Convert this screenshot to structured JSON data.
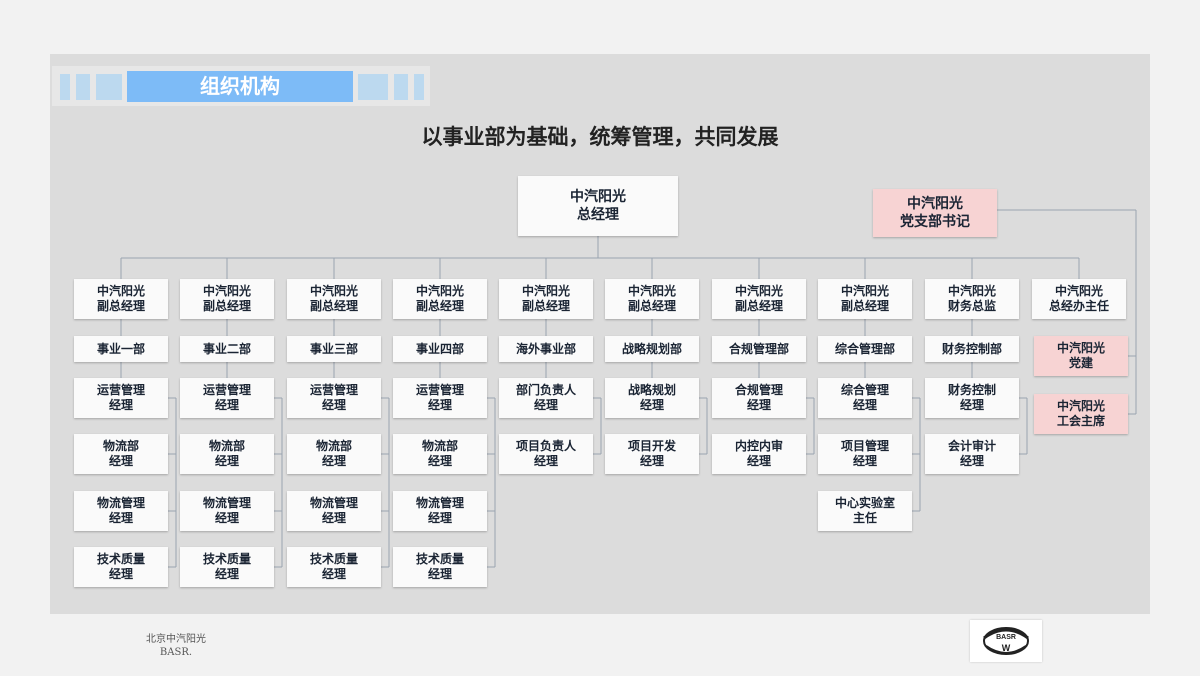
{
  "section_title": "组织机构",
  "headline": "以事业部为基础，统筹管理，共同发展",
  "top": {
    "gm": "中汽阳光\n总经理",
    "party": "中汽阳光\n党支部书记"
  },
  "columns": [
    [
      "中汽阳光\n副总经理",
      "事业一部",
      "运营管理\n经理",
      "物流部\n经理",
      "物流管理\n经理",
      "技术质量\n经理"
    ],
    [
      "中汽阳光\n副总经理",
      "事业二部",
      "运营管理\n经理",
      "物流部\n经理",
      "物流管理\n经理",
      "技术质量\n经理"
    ],
    [
      "中汽阳光\n副总经理",
      "事业三部",
      "运营管理\n经理",
      "物流部\n经理",
      "物流管理\n经理",
      "技术质量\n经理"
    ],
    [
      "中汽阳光\n副总经理",
      "事业四部",
      "运营管理\n经理",
      "物流部\n经理",
      "物流管理\n经理",
      "技术质量\n经理"
    ],
    [
      "中汽阳光\n副总经理",
      "海外事业部",
      "部门负责人\n经理",
      "项目负责人\n经理"
    ],
    [
      "中汽阳光\n副总经理",
      "战略规划部",
      "战略规划\n经理",
      "项目开发\n经理"
    ],
    [
      "中汽阳光\n副总经理",
      "合规管理部",
      "合规管理\n经理",
      "内控内审\n经理"
    ],
    [
      "中汽阳光\n副总经理",
      "综合管理部",
      "综合管理\n经理",
      "项目管理\n经理",
      "中心实验室\n主任"
    ],
    [
      "中汽阳光\n财务总监",
      "财务控制部",
      "财务控制\n经理",
      "会计审计\n经理"
    ],
    [
      "中汽阳光\n总经办主任"
    ]
  ],
  "party_units": [
    "中汽阳光\n党建",
    "中汽阳光\n工会主席"
  ],
  "footer": {
    "company": "北京中汽阳光",
    "abbr": "BASR."
  },
  "logo_text": {
    "top": "BASR",
    "bottom": "W"
  },
  "colors": {
    "banner": "#7dbbf7",
    "pink": "#f7d3d3",
    "line": "#9aa4b0",
    "panel": "#dcdcdc"
  }
}
